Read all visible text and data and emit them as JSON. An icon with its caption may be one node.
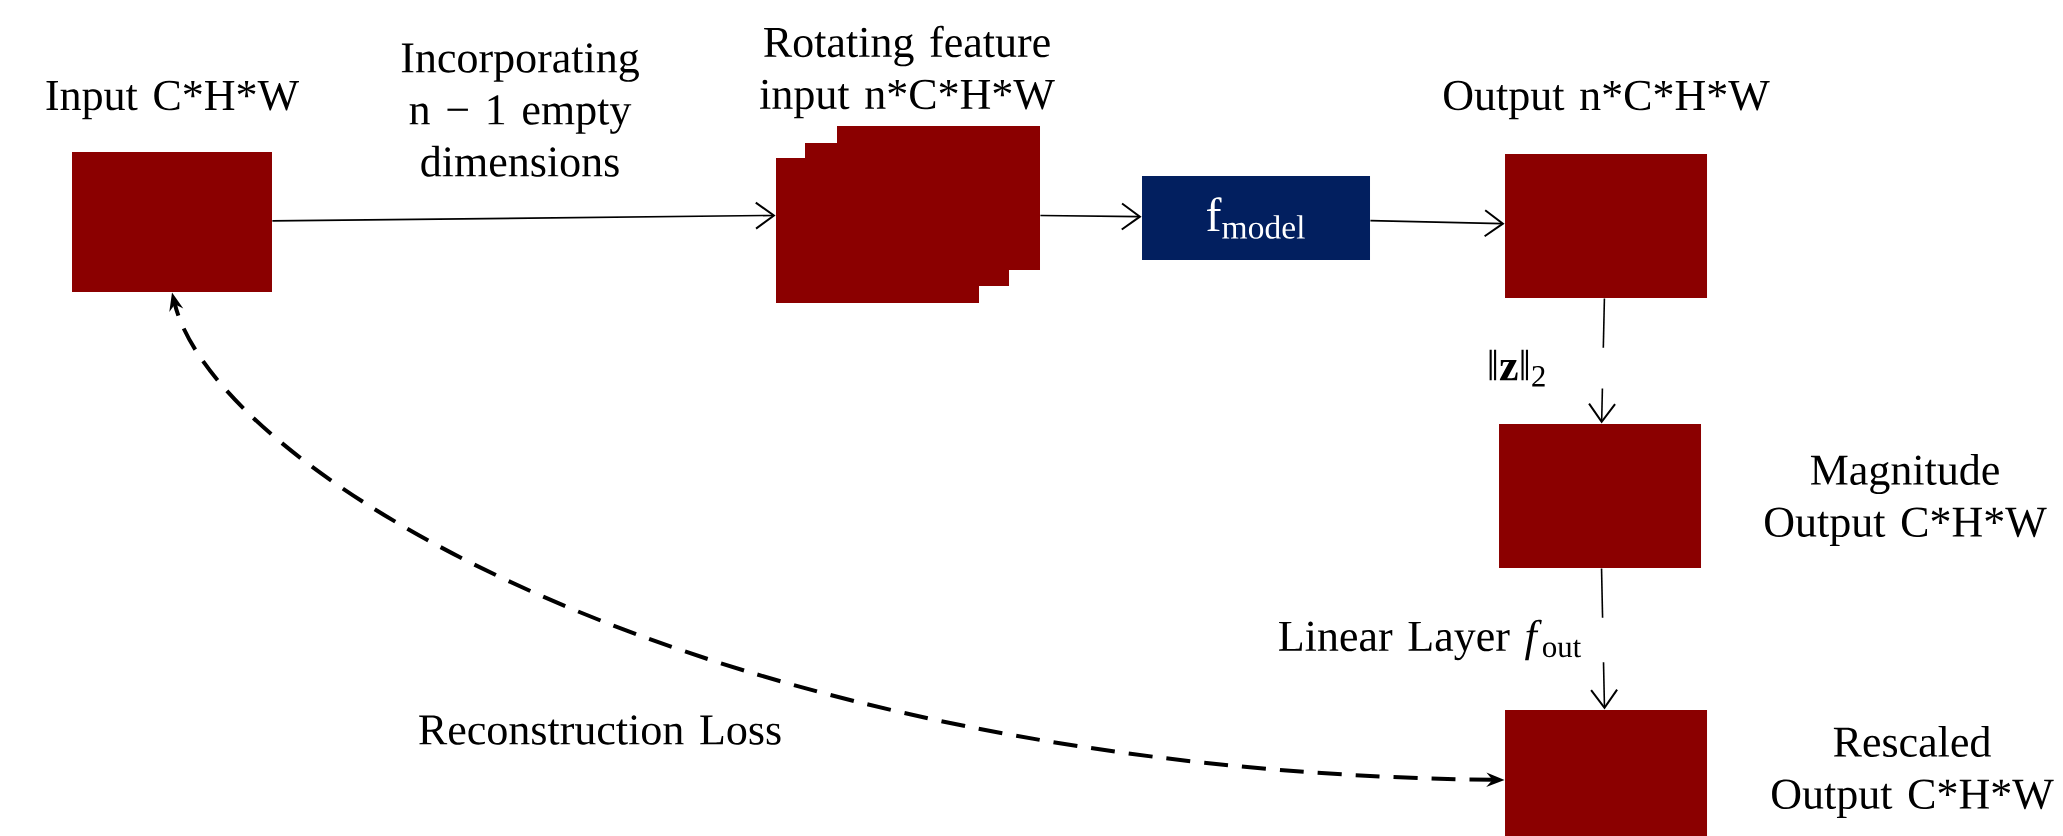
{
  "diagram": {
    "nodes": [
      {
        "text": [
          "Input C*H*W"
        ]
      },
      {
        "text": [
          "Rotating feature input n*C*H*W"
        ]
      },
      {
        "text": [
          "f$_{model}$"
        ]
      },
      {
        "text": [
          "Output n*C*H*W"
        ]
      },
      {
        "text": [
          "Magnitude Output C*H*W"
        ]
      },
      {
        "text": [
          "Rescaled Output C*H*W"
        ]
      }
    ],
    "edges": [
      {
        "from": 0,
        "to": 1,
        "arrow": "to",
        "label": "Incorporating n − 1 empty dimensions"
      },
      {
        "from": 1,
        "to": 2,
        "arrow": "to"
      },
      {
        "from": 2,
        "to": 3,
        "arrow": "to"
      },
      {
        "from": 3,
        "to": 4,
        "arrow": "to",
        "label": "‖**z**‖$_{2}$"
      },
      {
        "from": 4,
        "to": 5,
        "arrow": "to",
        "label": "Linear Layer    *f*$_{out}$"
      },
      {
        "from": 5,
        "to": 0,
        "arrow": "both",
        "style": "dashed",
        "label": "Reconstruction Loss"
      }
    ]
  }
}
